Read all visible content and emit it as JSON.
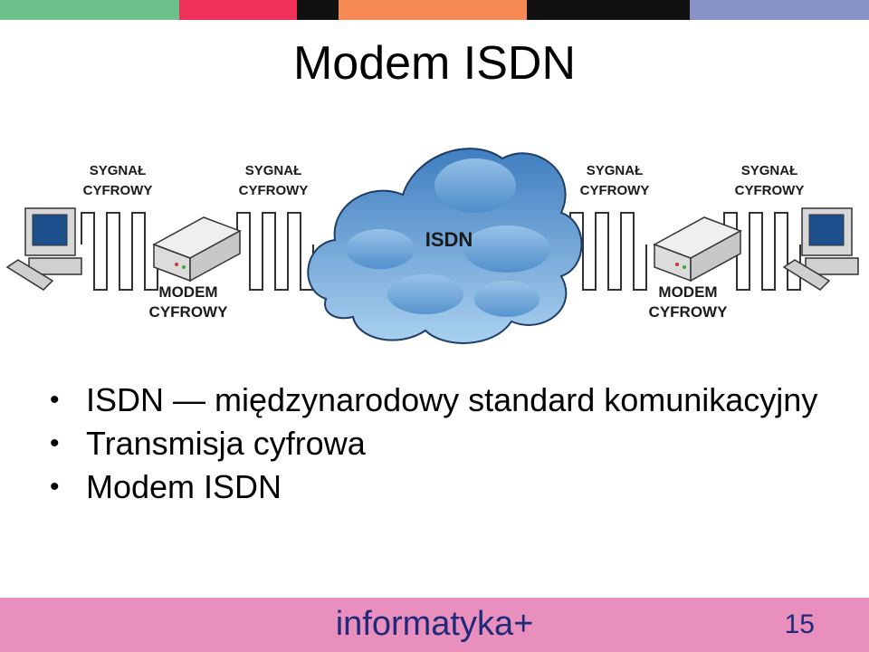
{
  "colors": {
    "topbar": [
      "#6cc18a",
      "#f0325a",
      "#111111",
      "#f58a52",
      "#111111",
      "#8a93c8"
    ],
    "footer": "#e88fbd",
    "cloud": "#5f9fd6"
  },
  "slide": {
    "title": "Modem ISDN",
    "page_number": "15",
    "brand": "informatyka+"
  },
  "diagram": {
    "cloud_label": "ISDN",
    "signal_labels": [
      {
        "line1": "SYGNAŁ",
        "line2": "CYFROWY"
      },
      {
        "line1": "SYGNAŁ",
        "line2": "CYFROWY"
      },
      {
        "line1": "SYGNAŁ",
        "line2": "CYFROWY"
      },
      {
        "line1": "SYGNAŁ",
        "line2": "CYFROWY"
      }
    ],
    "modem_labels": [
      {
        "line1": "MODEM",
        "line2": "CYFROWY"
      },
      {
        "line1": "MODEM",
        "line2": "CYFROWY"
      }
    ],
    "icons": [
      "computer-icon",
      "modem-icon",
      "cloud-icon",
      "modem-icon",
      "computer-icon"
    ]
  },
  "bullets": [
    "ISDN — międzynarodowy standard komunikacyjny",
    "Transmisja cyfrowa",
    "Modem ISDN"
  ]
}
